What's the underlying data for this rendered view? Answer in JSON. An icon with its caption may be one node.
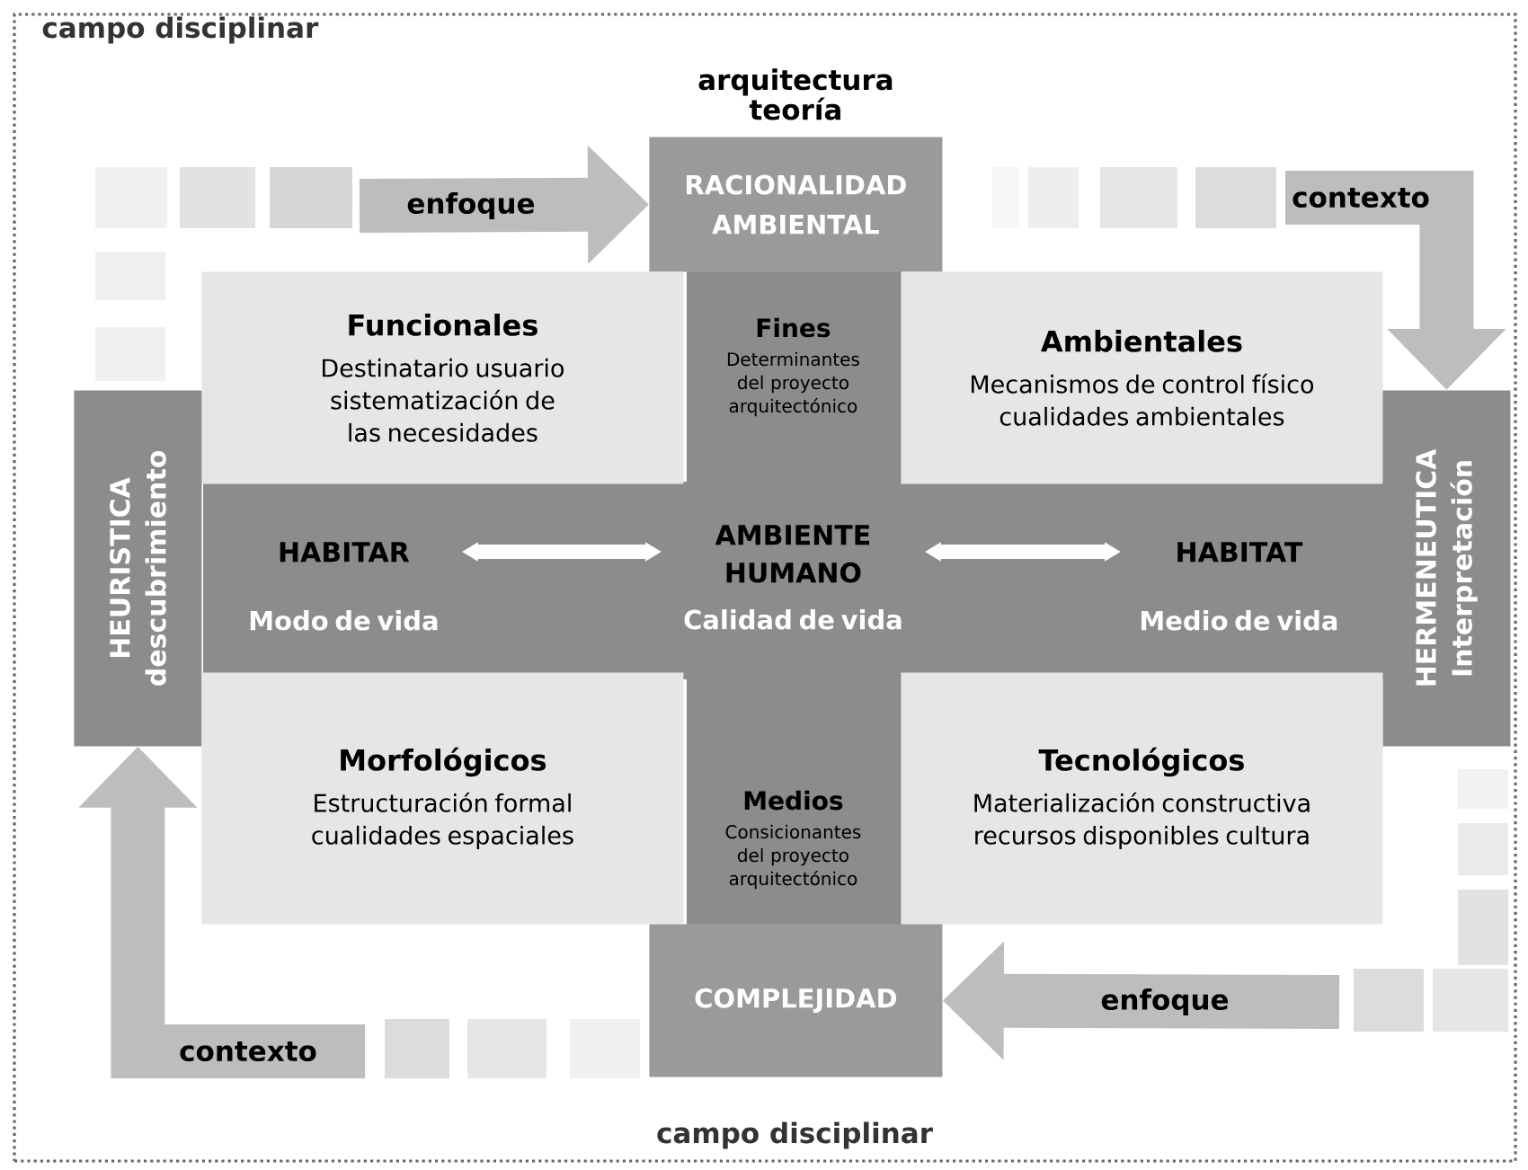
{
  "diagram": {
    "nodes": [
      {
        "text": [
          "campo disciplinar",
          "campo disciplinar"
        ]
      },
      {
        "text": [
          "RACIONALIDAD AMBIENTAL"
        ],
        "beside": [
          "arquitectura teoría"
        ],
        "in": 0
      },
      {
        "text": [
          "Funcionales",
          "Destinatario usuario sistematización de las necesidades"
        ],
        "in": 0
      },
      {
        "text": [
          "Fines",
          "Determinantes del proyecto arquitectónico"
        ],
        "in": 0
      },
      {
        "text": [
          "Ambientales",
          "Mecanismos de control físico cualidades ambientales"
        ],
        "in": 0
      },
      {
        "text": [
          "HEURISTICA",
          "descubrimiento"
        ],
        "in": 0
      },
      {
        "text": [
          "HABITAR",
          "Modo de vida"
        ],
        "in": 0
      },
      {
        "text": [
          "AMBIENTE HUMANO",
          "Calidad de vida"
        ],
        "in": 0
      },
      {
        "text": [
          "HABITAT",
          "Medio de vida"
        ],
        "in": 0
      },
      {
        "text": [
          "HERMENEUTICA",
          "Interpretación"
        ],
        "in": 0
      },
      {
        "text": [
          "Morfológicos",
          "Estructuración formal cualidades espaciales"
        ],
        "in": 0
      },
      {
        "text": [
          "Medios",
          "Consicionantes del proyecto arquitectónico"
        ],
        "in": 0
      },
      {
        "text": [
          "Tecnológicos",
          "Materialización constructiva recursos disponibles cultura"
        ],
        "in": 0
      },
      {
        "text": [
          "COMPLEJIDAD"
        ],
        "in": 0
      }
    ],
    "edges": [
      {
        "from": null,
        "to": 1,
        "arrow": "to",
        "label": "enfoque"
      },
      {
        "from": null,
        "to": 9,
        "arrow": "to",
        "label": "contexto"
      },
      {
        "from": null,
        "to": 13,
        "arrow": "to",
        "label": "enfoque"
      },
      {
        "from": null,
        "to": 5,
        "arrow": "to",
        "label": "contexto"
      },
      {
        "from": 6,
        "to": 7,
        "arrow": "both",
        "color": "#ffffff"
      },
      {
        "from": 7,
        "to": 8,
        "arrow": "both",
        "color": "#ffffff"
      }
    ]
  }
}
